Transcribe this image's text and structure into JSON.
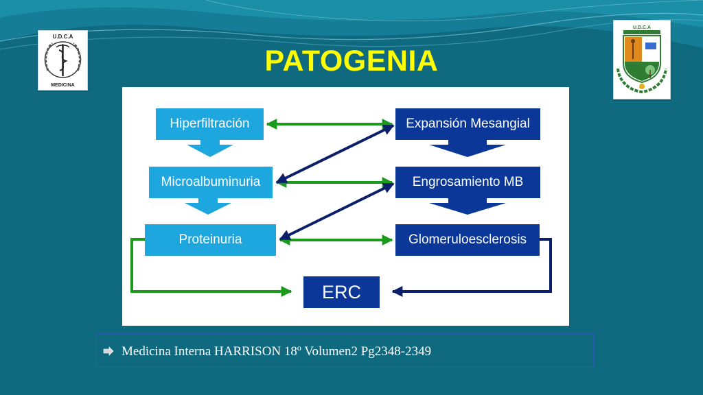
{
  "slide": {
    "title": "PATOGENIA",
    "reference": "Medicina Interna HARRISON 18º Volumen2 Pg2348-2349"
  },
  "logos": {
    "left": {
      "top_text": "U.D.C.A",
      "bottom_text": "MEDICINA"
    },
    "right": {
      "top_text": "U.D.C.A"
    }
  },
  "diagram": {
    "nodes": {
      "hiperfiltracion": "Hiperfiltración",
      "microalbuminuria": "Microalbuminuria",
      "proteinuria": "Proteinuria",
      "expansion": "Expansión Mesangial",
      "engrosamiento": "Engrosamiento MB",
      "glomeruloesclerosis": "Glomeruloesclerosis",
      "erc": "ERC"
    },
    "colors": {
      "light_box": "#1ea7de",
      "dark_box": "#0a3798",
      "green_arrow": "#1a9c1a",
      "navy_arrow": "#0c1f6b"
    }
  },
  "theme": {
    "background": "#0f6a80",
    "title_color": "#ffff00"
  }
}
